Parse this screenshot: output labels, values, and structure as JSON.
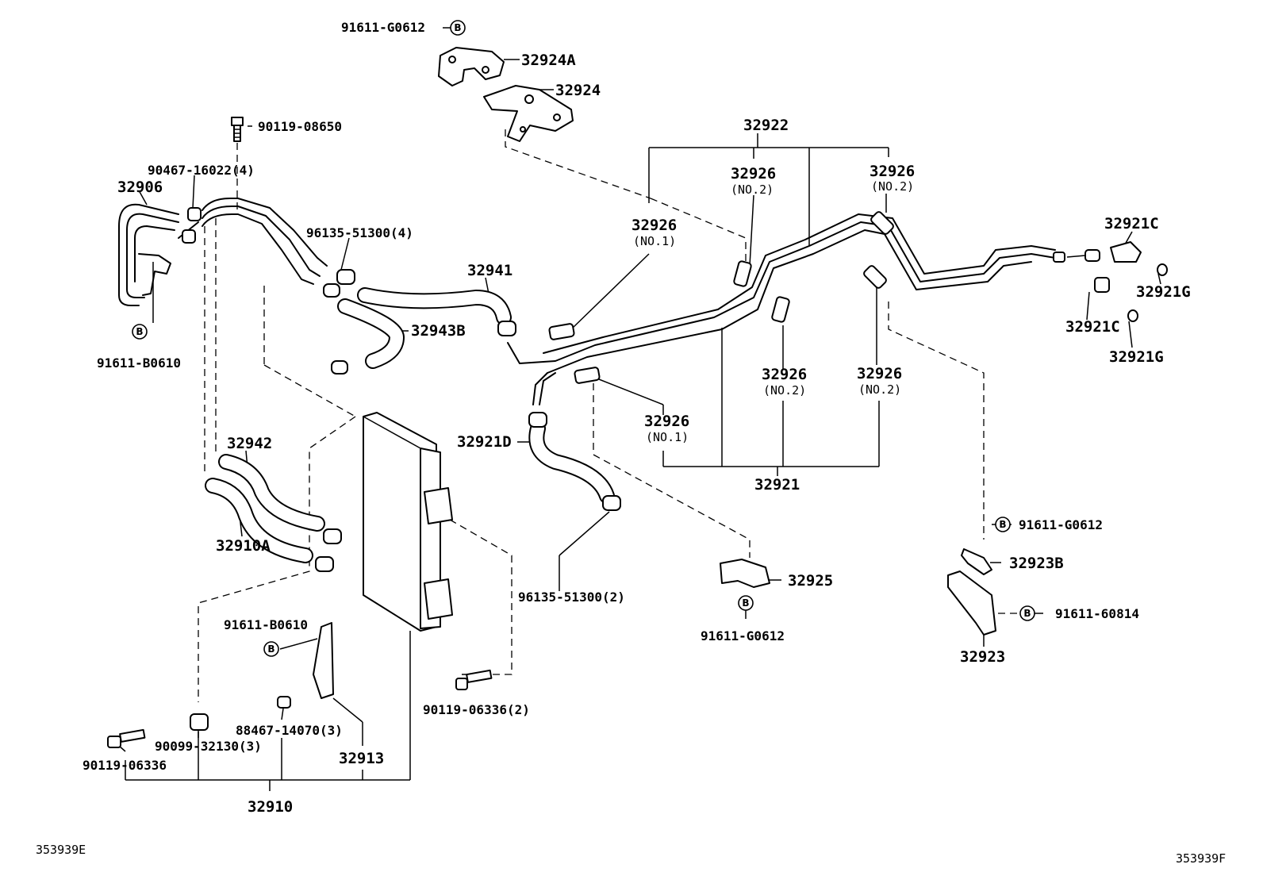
{
  "diagram_codes": {
    "left": "353939E",
    "right": "353939F"
  },
  "badge_letter": "B",
  "labels": {
    "p_91611_G0612_top": "91611-G0612",
    "p_32924A": "32924A",
    "p_32924": "32924",
    "p_90119_08650": "90119-08650",
    "p_90467_16022": "90467-16022(4)",
    "p_32906": "32906",
    "p_96135_51300_4": "96135-51300(4)",
    "p_91611_B0610_left": "91611-B0610",
    "p_32941": "32941",
    "p_32943B": "32943B",
    "p_32922": "32922",
    "p_32926_a": "32926",
    "p_no2_a": "(NO.2)",
    "p_32926_b": "32926",
    "p_no2_b": "(NO.2)",
    "p_32926_c": "32926",
    "p_no1_c": "(NO.1)",
    "p_32921C_top": "32921C",
    "p_32921G_top": "32921G",
    "p_32921C_bot": "32921C",
    "p_32921G_bot": "32921G",
    "p_32926_d": "32926",
    "p_no2_d": "(NO.2)",
    "p_32926_e": "32926",
    "p_no2_e": "(NO.2)",
    "p_32926_f": "32926",
    "p_no1_f": "(NO.1)",
    "p_32921D": "32921D",
    "p_32921": "32921",
    "p_32942": "32942",
    "p_32910A": "32910A",
    "p_96135_51300_2": "96135-51300(2)",
    "p_91611_G0612_right": "91611-G0612",
    "p_32923B": "32923B",
    "p_91611_60814": "91611-60814",
    "p_32923": "32923",
    "p_32925": "32925",
    "p_91611_G0612_mid": "91611-G0612",
    "p_91611_B0610_mid": "91611-B0610",
    "p_90119_06336_2": "90119-06336(2)",
    "p_88467_14070": "88467-14070(3)",
    "p_90099_32130": "90099-32130(3)",
    "p_90119_06336": "90119-06336",
    "p_32913": "32913",
    "p_32910": "32910"
  }
}
